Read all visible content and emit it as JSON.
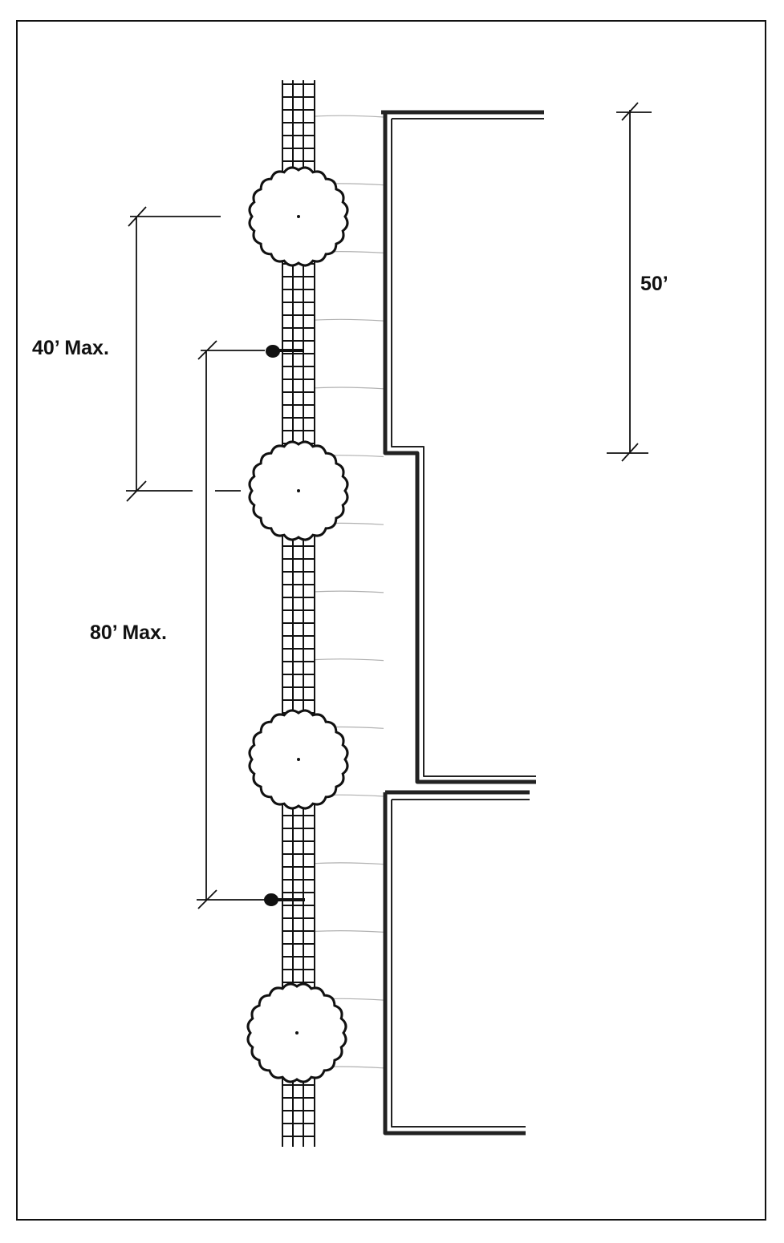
{
  "labels": {
    "dim_40": "40’ Max.",
    "dim_80": "80’ Max.",
    "dim_50": "50’"
  },
  "elements": {
    "trees": 4,
    "street_lights": 2
  },
  "colors": {
    "ink": "#111111",
    "guide": "#b0b0b0"
  }
}
